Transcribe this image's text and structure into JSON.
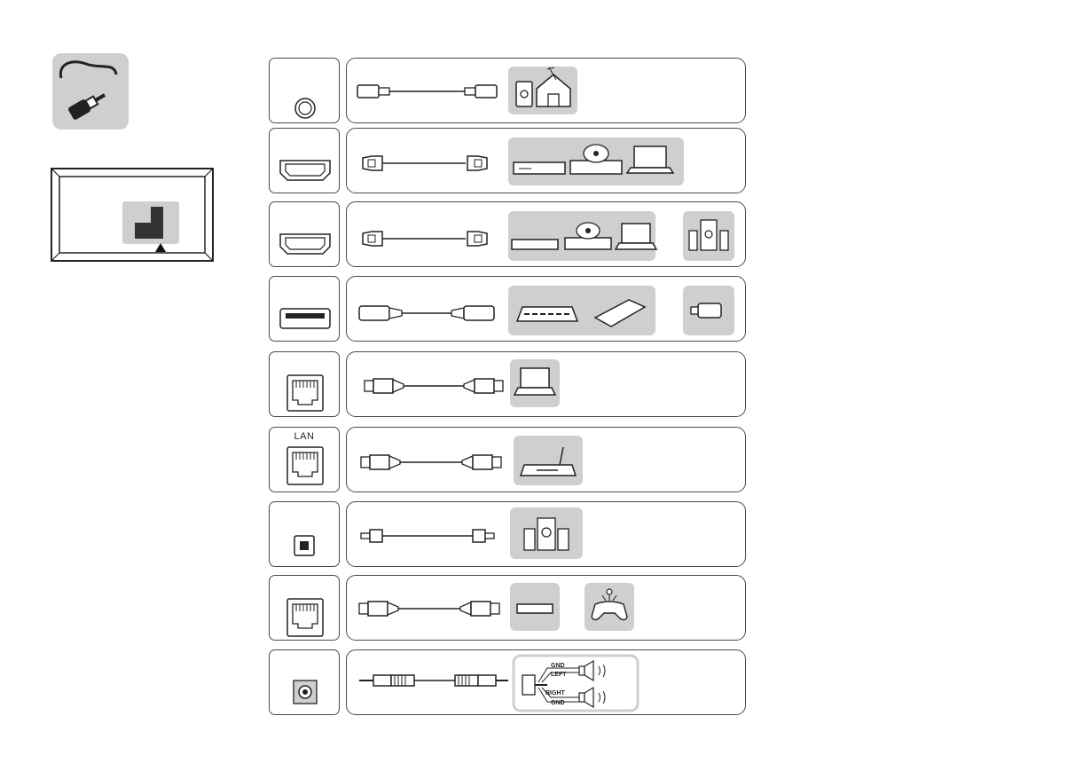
{
  "ports": [
    {
      "id": "antenna",
      "type": "coaxial"
    },
    {
      "id": "hdmi-1",
      "type": "hdmi"
    },
    {
      "id": "hdmi-2-arc",
      "type": "hdmi"
    },
    {
      "id": "usb",
      "type": "usb"
    },
    {
      "id": "rj45-pc",
      "type": "rj45"
    },
    {
      "id": "lan",
      "type": "rj45",
      "label": "LAN"
    },
    {
      "id": "optical",
      "type": "optical"
    },
    {
      "id": "rj45-game",
      "type": "rj45"
    },
    {
      "id": "headphone",
      "type": "audio-jack"
    }
  ],
  "jack_labels": {
    "gnd_top": "GND",
    "left": "LEFT",
    "right": "RIGHT",
    "gnd_bottom": "GND"
  },
  "icons": [
    "cable-plug-icon",
    "tv-back-panel-icon",
    "antenna-house-icon",
    "media-player-icon",
    "dvd-player-icon",
    "laptop-icon",
    "speaker-system-icon",
    "network-device-icon",
    "external-drive-icon",
    "usb-stick-icon",
    "router-icon",
    "set-top-box-icon",
    "gamepad-icon",
    "audio-speaker-icon"
  ],
  "colors": {
    "outline": "#4a4a4a",
    "icon_bg": "#cfcfcf",
    "dark": "#333333"
  }
}
